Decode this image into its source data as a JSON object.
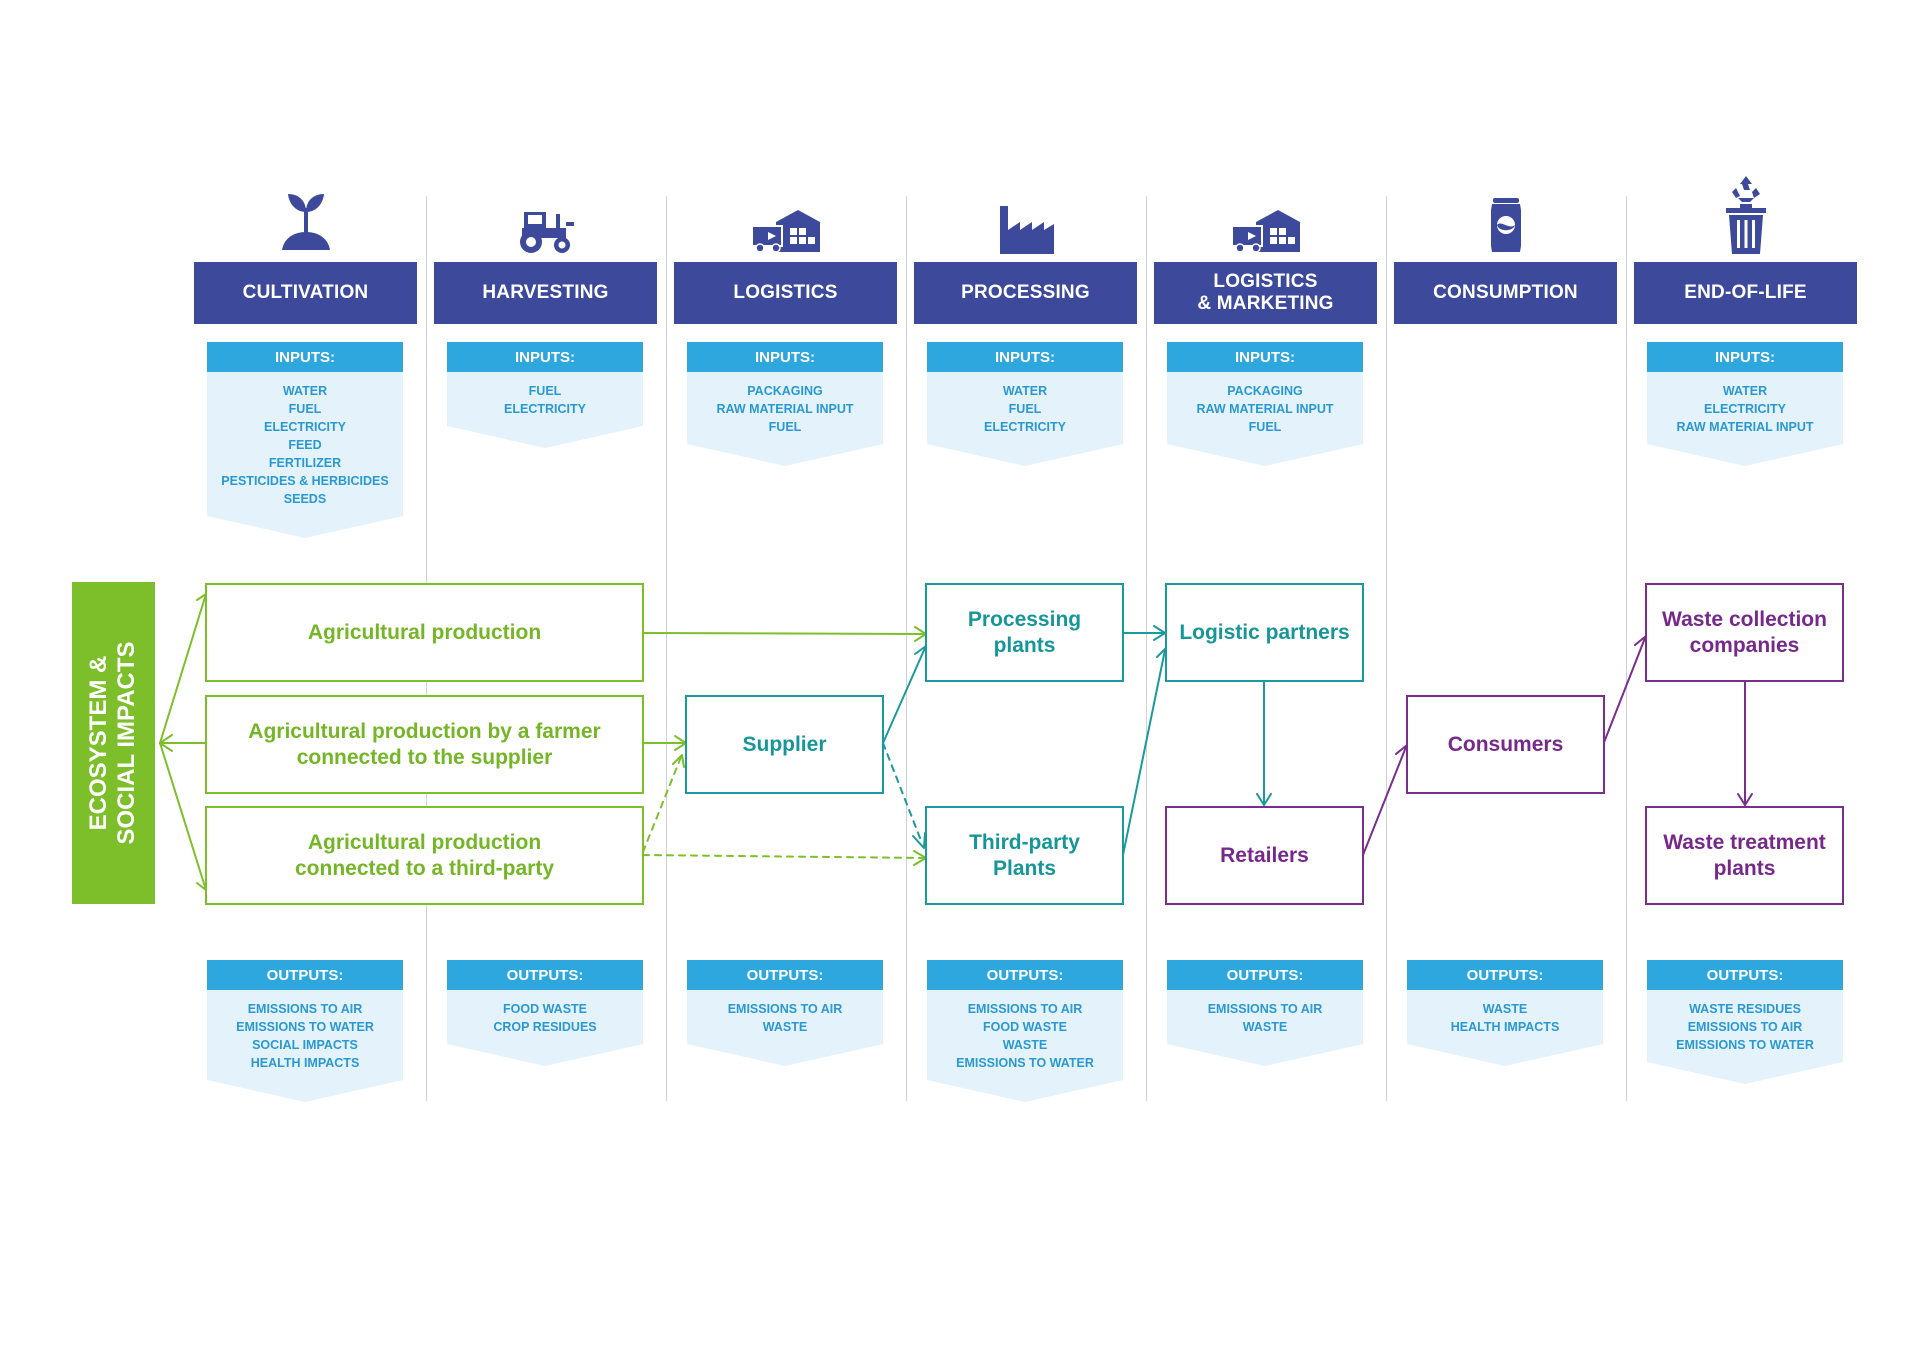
{
  "stages": [
    {
      "id": "cultivation",
      "title": "CULTIVATION",
      "icon": "plant-sprout-icon",
      "inputs": {
        "label": "INPUTS:",
        "items": [
          "WATER",
          "FUEL",
          "ELECTRICITY",
          "FEED",
          "FERTILIZER",
          "PESTICIDES & HERBICIDES",
          "SEEDS"
        ]
      },
      "outputs": {
        "label": "OUTPUTS:",
        "items": [
          "EMISSIONS TO AIR",
          "EMISSIONS TO WATER",
          "SOCIAL IMPACTS",
          "HEALTH IMPACTS"
        ]
      }
    },
    {
      "id": "harvesting",
      "title": "HARVESTING",
      "icon": "tractor-icon",
      "inputs": {
        "label": "INPUTS:",
        "items": [
          "FUEL",
          "ELECTRICITY"
        ]
      },
      "outputs": {
        "label": "OUTPUTS:",
        "items": [
          "FOOD WASTE",
          "CROP RESIDUES"
        ]
      }
    },
    {
      "id": "logistics",
      "title": "LOGISTICS",
      "icon": "warehouse-truck-icon",
      "inputs": {
        "label": "INPUTS:",
        "items": [
          "PACKAGING",
          "RAW MATERIAL INPUT",
          "FUEL"
        ]
      },
      "outputs": {
        "label": "OUTPUTS:",
        "items": [
          "EMISSIONS TO AIR",
          "WASTE"
        ]
      }
    },
    {
      "id": "processing",
      "title": "PROCESSING",
      "icon": "factory-icon",
      "inputs": {
        "label": "INPUTS:",
        "items": [
          "WATER",
          "FUEL",
          "ELECTRICITY"
        ]
      },
      "outputs": {
        "label": "OUTPUTS:",
        "items": [
          "EMISSIONS TO AIR",
          "FOOD WASTE",
          "WASTE",
          "EMISSIONS TO WATER"
        ]
      }
    },
    {
      "id": "logistics-marketing",
      "title": "LOGISTICS\n& MARKETING",
      "icon": "warehouse-truck-icon",
      "inputs": {
        "label": "INPUTS:",
        "items": [
          "PACKAGING",
          "RAW MATERIAL INPUT",
          "FUEL"
        ]
      },
      "outputs": {
        "label": "OUTPUTS:",
        "items": [
          "EMISSIONS TO AIR",
          "WASTE"
        ]
      }
    },
    {
      "id": "consumption",
      "title": "CONSUMPTION",
      "icon": "soda-can-icon",
      "inputs": null,
      "outputs": {
        "label": "OUTPUTS:",
        "items": [
          "WASTE",
          "HEALTH IMPACTS"
        ]
      }
    },
    {
      "id": "end-of-life",
      "title": "END-OF-LIFE",
      "icon": "recycle-bin-icon",
      "inputs": {
        "label": "INPUTS:",
        "items": [
          "WATER",
          "ELECTRICITY",
          "RAW MATERIAL INPUT"
        ]
      },
      "outputs": {
        "label": "OUTPUTS:",
        "items": [
          "WASTE RESIDUES",
          "EMISSIONS TO AIR",
          "EMISSIONS TO WATER"
        ]
      }
    }
  ],
  "ecosystem_label": "ECOSYSTEM &\nSOCIAL IMPACTS",
  "nodes": {
    "agri": "Agricultural production",
    "agri_farmer": "Agricultural production by a farmer\nconnected to the supplier",
    "agri_third": "Agricultural production\nconnected to a third-party",
    "supplier": "Supplier",
    "processing_plants": "Processing\nplants",
    "third_party_plants": "Third-party\nPlants",
    "logistic_partners": "Logistic partners",
    "retailers": "Retailers",
    "consumers": "Consumers",
    "waste_collection": "Waste collection\ncompanies",
    "waste_treatment": "Waste treatment\nplants"
  },
  "colors": {
    "header": "#3d4a9c",
    "tag_head": "#2ea6de",
    "tag_body": "#e4f3fb",
    "green": "#7cbf2a",
    "teal": "#1a9a9a",
    "purple": "#7a2d8c"
  }
}
